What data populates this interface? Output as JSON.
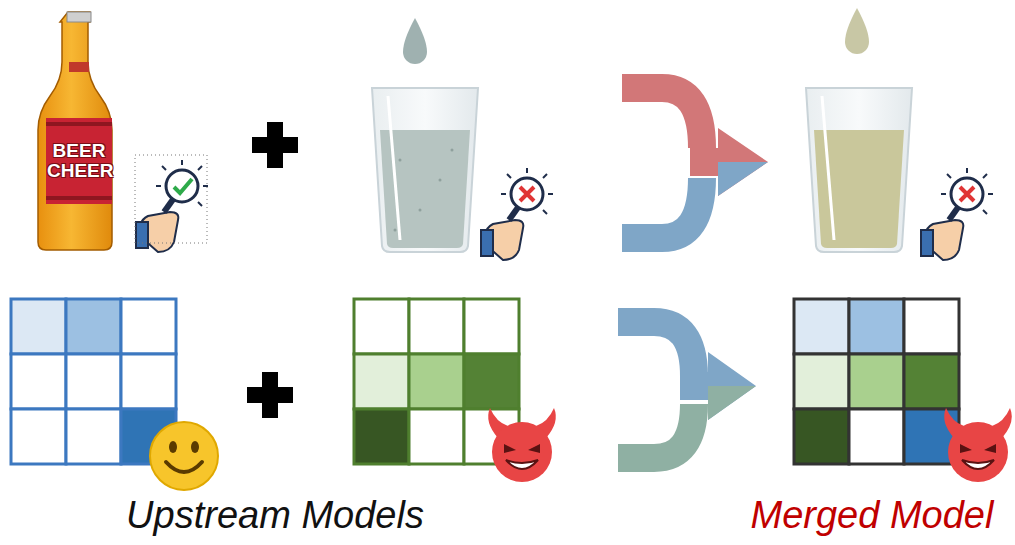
{
  "diagram": {
    "labels": [
      "BEER CHEER",
      "Upstream Models",
      "Merged Model"
    ]
  }
}
